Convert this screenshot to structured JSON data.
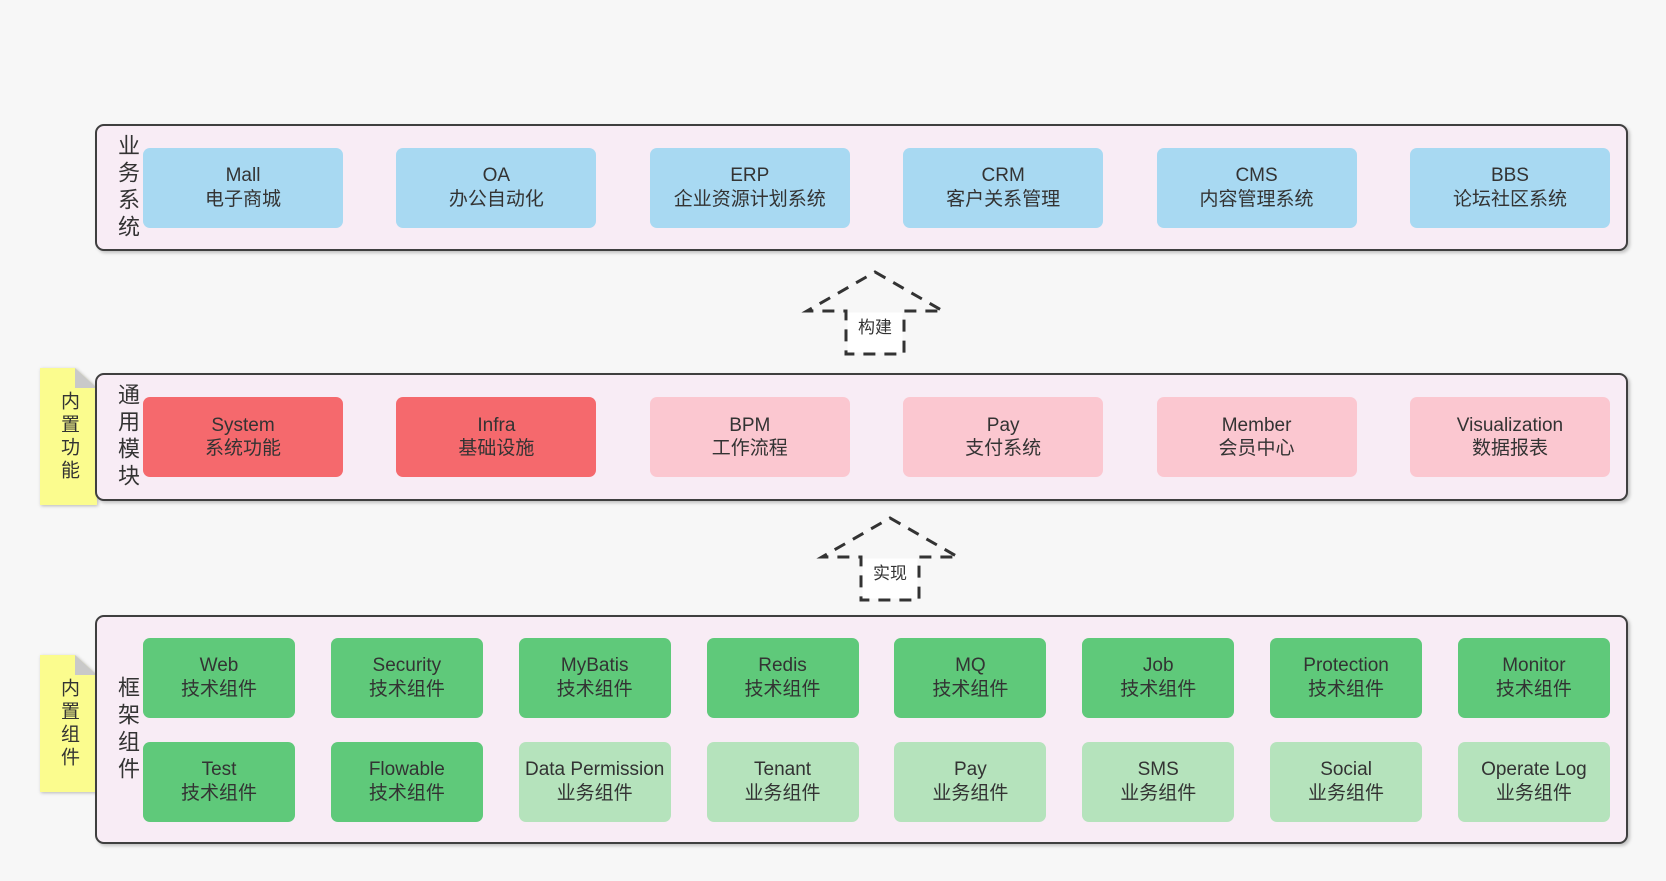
{
  "colors": {
    "page_bg": "#f7f7f7",
    "band_bg": "#f8ecf5",
    "band_border": "#3f3f3f",
    "blue": "#a8d9f2",
    "red": "#f5696d",
    "pink": "#fbc7d0",
    "green": "#5fc97a",
    "light_green": "#b5e3bc",
    "sticky_yellow": "#fbfc8e",
    "sticky_fold": "#c9c9c9",
    "text": "#333333"
  },
  "bands": [
    {
      "id": "business",
      "label": "业务系统",
      "rows": [
        [
          {
            "name": "Mall",
            "desc": "电子商城",
            "variant": "blue"
          },
          {
            "name": "OA",
            "desc": "办公自动化",
            "variant": "blue"
          },
          {
            "name": "ERP",
            "desc": "企业资源计划系统",
            "variant": "blue"
          },
          {
            "name": "CRM",
            "desc": "客户关系管理",
            "variant": "blue"
          },
          {
            "name": "CMS",
            "desc": "内容管理系统",
            "variant": "blue"
          },
          {
            "name": "BBS",
            "desc": "论坛社区系统",
            "variant": "blue"
          }
        ]
      ]
    },
    {
      "id": "modules",
      "label": "通用模块",
      "sticky": "内置功能",
      "rows": [
        [
          {
            "name": "System",
            "desc": "系统功能",
            "variant": "red"
          },
          {
            "name": "Infra",
            "desc": "基础设施",
            "variant": "red"
          },
          {
            "name": "BPM",
            "desc": "工作流程",
            "variant": "pink"
          },
          {
            "name": "Pay",
            "desc": "支付系统",
            "variant": "pink"
          },
          {
            "name": "Member",
            "desc": "会员中心",
            "variant": "pink"
          },
          {
            "name": "Visualization",
            "desc": "数据报表",
            "variant": "pink"
          }
        ]
      ]
    },
    {
      "id": "components",
      "label": "框架组件",
      "sticky": "内置组件",
      "rows": [
        [
          {
            "name": "Web",
            "desc": "技术组件",
            "variant": "green"
          },
          {
            "name": "Security",
            "desc": "技术组件",
            "variant": "green"
          },
          {
            "name": "MyBatis",
            "desc": "技术组件",
            "variant": "green"
          },
          {
            "name": "Redis",
            "desc": "技术组件",
            "variant": "green"
          },
          {
            "name": "MQ",
            "desc": "技术组件",
            "variant": "green"
          },
          {
            "name": "Job",
            "desc": "技术组件",
            "variant": "green"
          },
          {
            "name": "Protection",
            "desc": "技术组件",
            "variant": "green"
          },
          {
            "name": "Monitor",
            "desc": "技术组件",
            "variant": "green"
          }
        ],
        [
          {
            "name": "Test",
            "desc": "技术组件",
            "variant": "green"
          },
          {
            "name": "Flowable",
            "desc": "技术组件",
            "variant": "green"
          },
          {
            "name": "Data Permission",
            "desc": "业务组件",
            "variant": "light-green"
          },
          {
            "name": "Tenant",
            "desc": "业务组件",
            "variant": "light-green"
          },
          {
            "name": "Pay",
            "desc": "业务组件",
            "variant": "light-green"
          },
          {
            "name": "SMS",
            "desc": "业务组件",
            "variant": "light-green"
          },
          {
            "name": "Social",
            "desc": "业务组件",
            "variant": "light-green"
          },
          {
            "name": "Operate Log",
            "desc": "业务组件",
            "variant": "light-green"
          }
        ]
      ]
    }
  ],
  "arrows": [
    {
      "label": "构建"
    },
    {
      "label": "实现"
    }
  ]
}
